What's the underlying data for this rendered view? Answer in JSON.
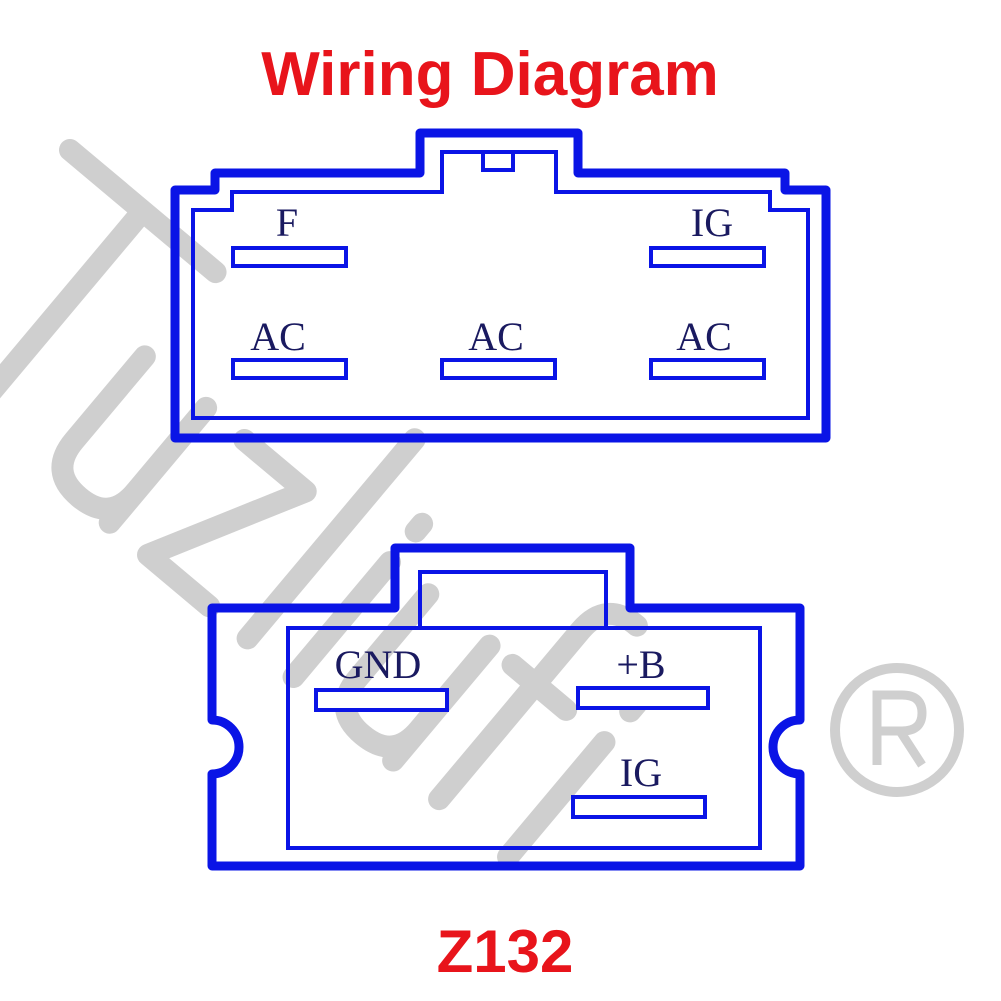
{
  "title": "Wiring Diagram",
  "model": "Z132",
  "watermark": "Tuzliufi®",
  "colors": {
    "title": "#e8141b",
    "outline": "#0a14e6",
    "label": "#1a1a60"
  },
  "top_connector": {
    "pins": [
      {
        "label": "F"
      },
      {
        "label": "IG"
      },
      {
        "label": "AC"
      },
      {
        "label": "AC"
      },
      {
        "label": "AC"
      }
    ]
  },
  "bottom_connector": {
    "pins": [
      {
        "label": "GND"
      },
      {
        "label": "+B"
      },
      {
        "label": "IG"
      }
    ]
  }
}
